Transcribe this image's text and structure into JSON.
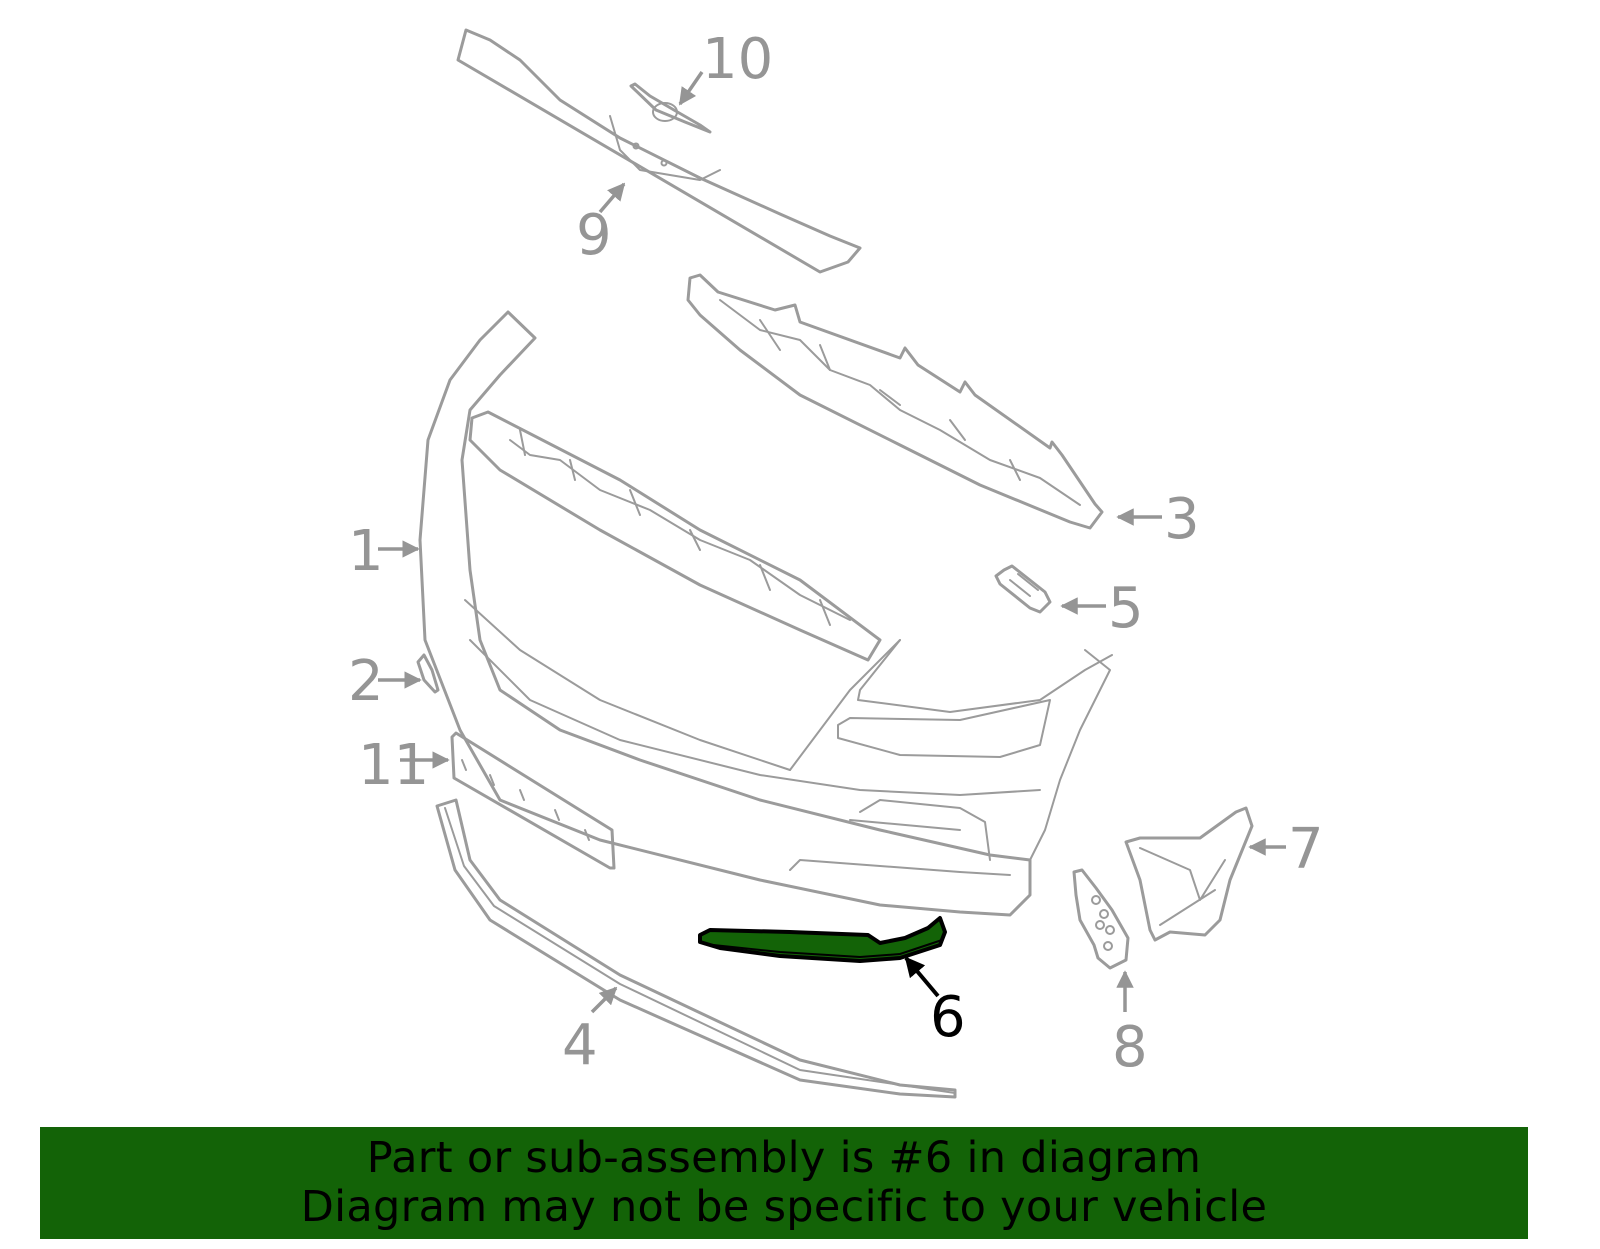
{
  "diagram": {
    "title": "Front bumper assembly exploded parts diagram",
    "highlighted_part": "6",
    "highlight_color": "#136307",
    "line_color": "#9b9b9b",
    "callouts": [
      {
        "id": "1",
        "label": "1",
        "part": "bumper-cover"
      },
      {
        "id": "2",
        "label": "2",
        "part": "clip"
      },
      {
        "id": "3",
        "label": "3",
        "part": "upper-reinforcement-bracket"
      },
      {
        "id": "4",
        "label": "4",
        "part": "lower-molding-strip"
      },
      {
        "id": "5",
        "label": "5",
        "part": "sensor-bracket"
      },
      {
        "id": "6",
        "label": "6",
        "part": "lower-trim-garnish",
        "highlighted": true
      },
      {
        "id": "7",
        "label": "7",
        "part": "side-bracket"
      },
      {
        "id": "8",
        "label": "8",
        "part": "grille-insert"
      },
      {
        "id": "9",
        "label": "9",
        "part": "grille-molding"
      },
      {
        "id": "10",
        "label": "10",
        "part": "emblem"
      },
      {
        "id": "11",
        "label": "11",
        "part": "license-plate-bracket"
      }
    ]
  },
  "banner": {
    "line1": "Part or sub-assembly is #6 in diagram",
    "line2": "Diagram may not be specific to your vehicle",
    "background": "#136307"
  }
}
